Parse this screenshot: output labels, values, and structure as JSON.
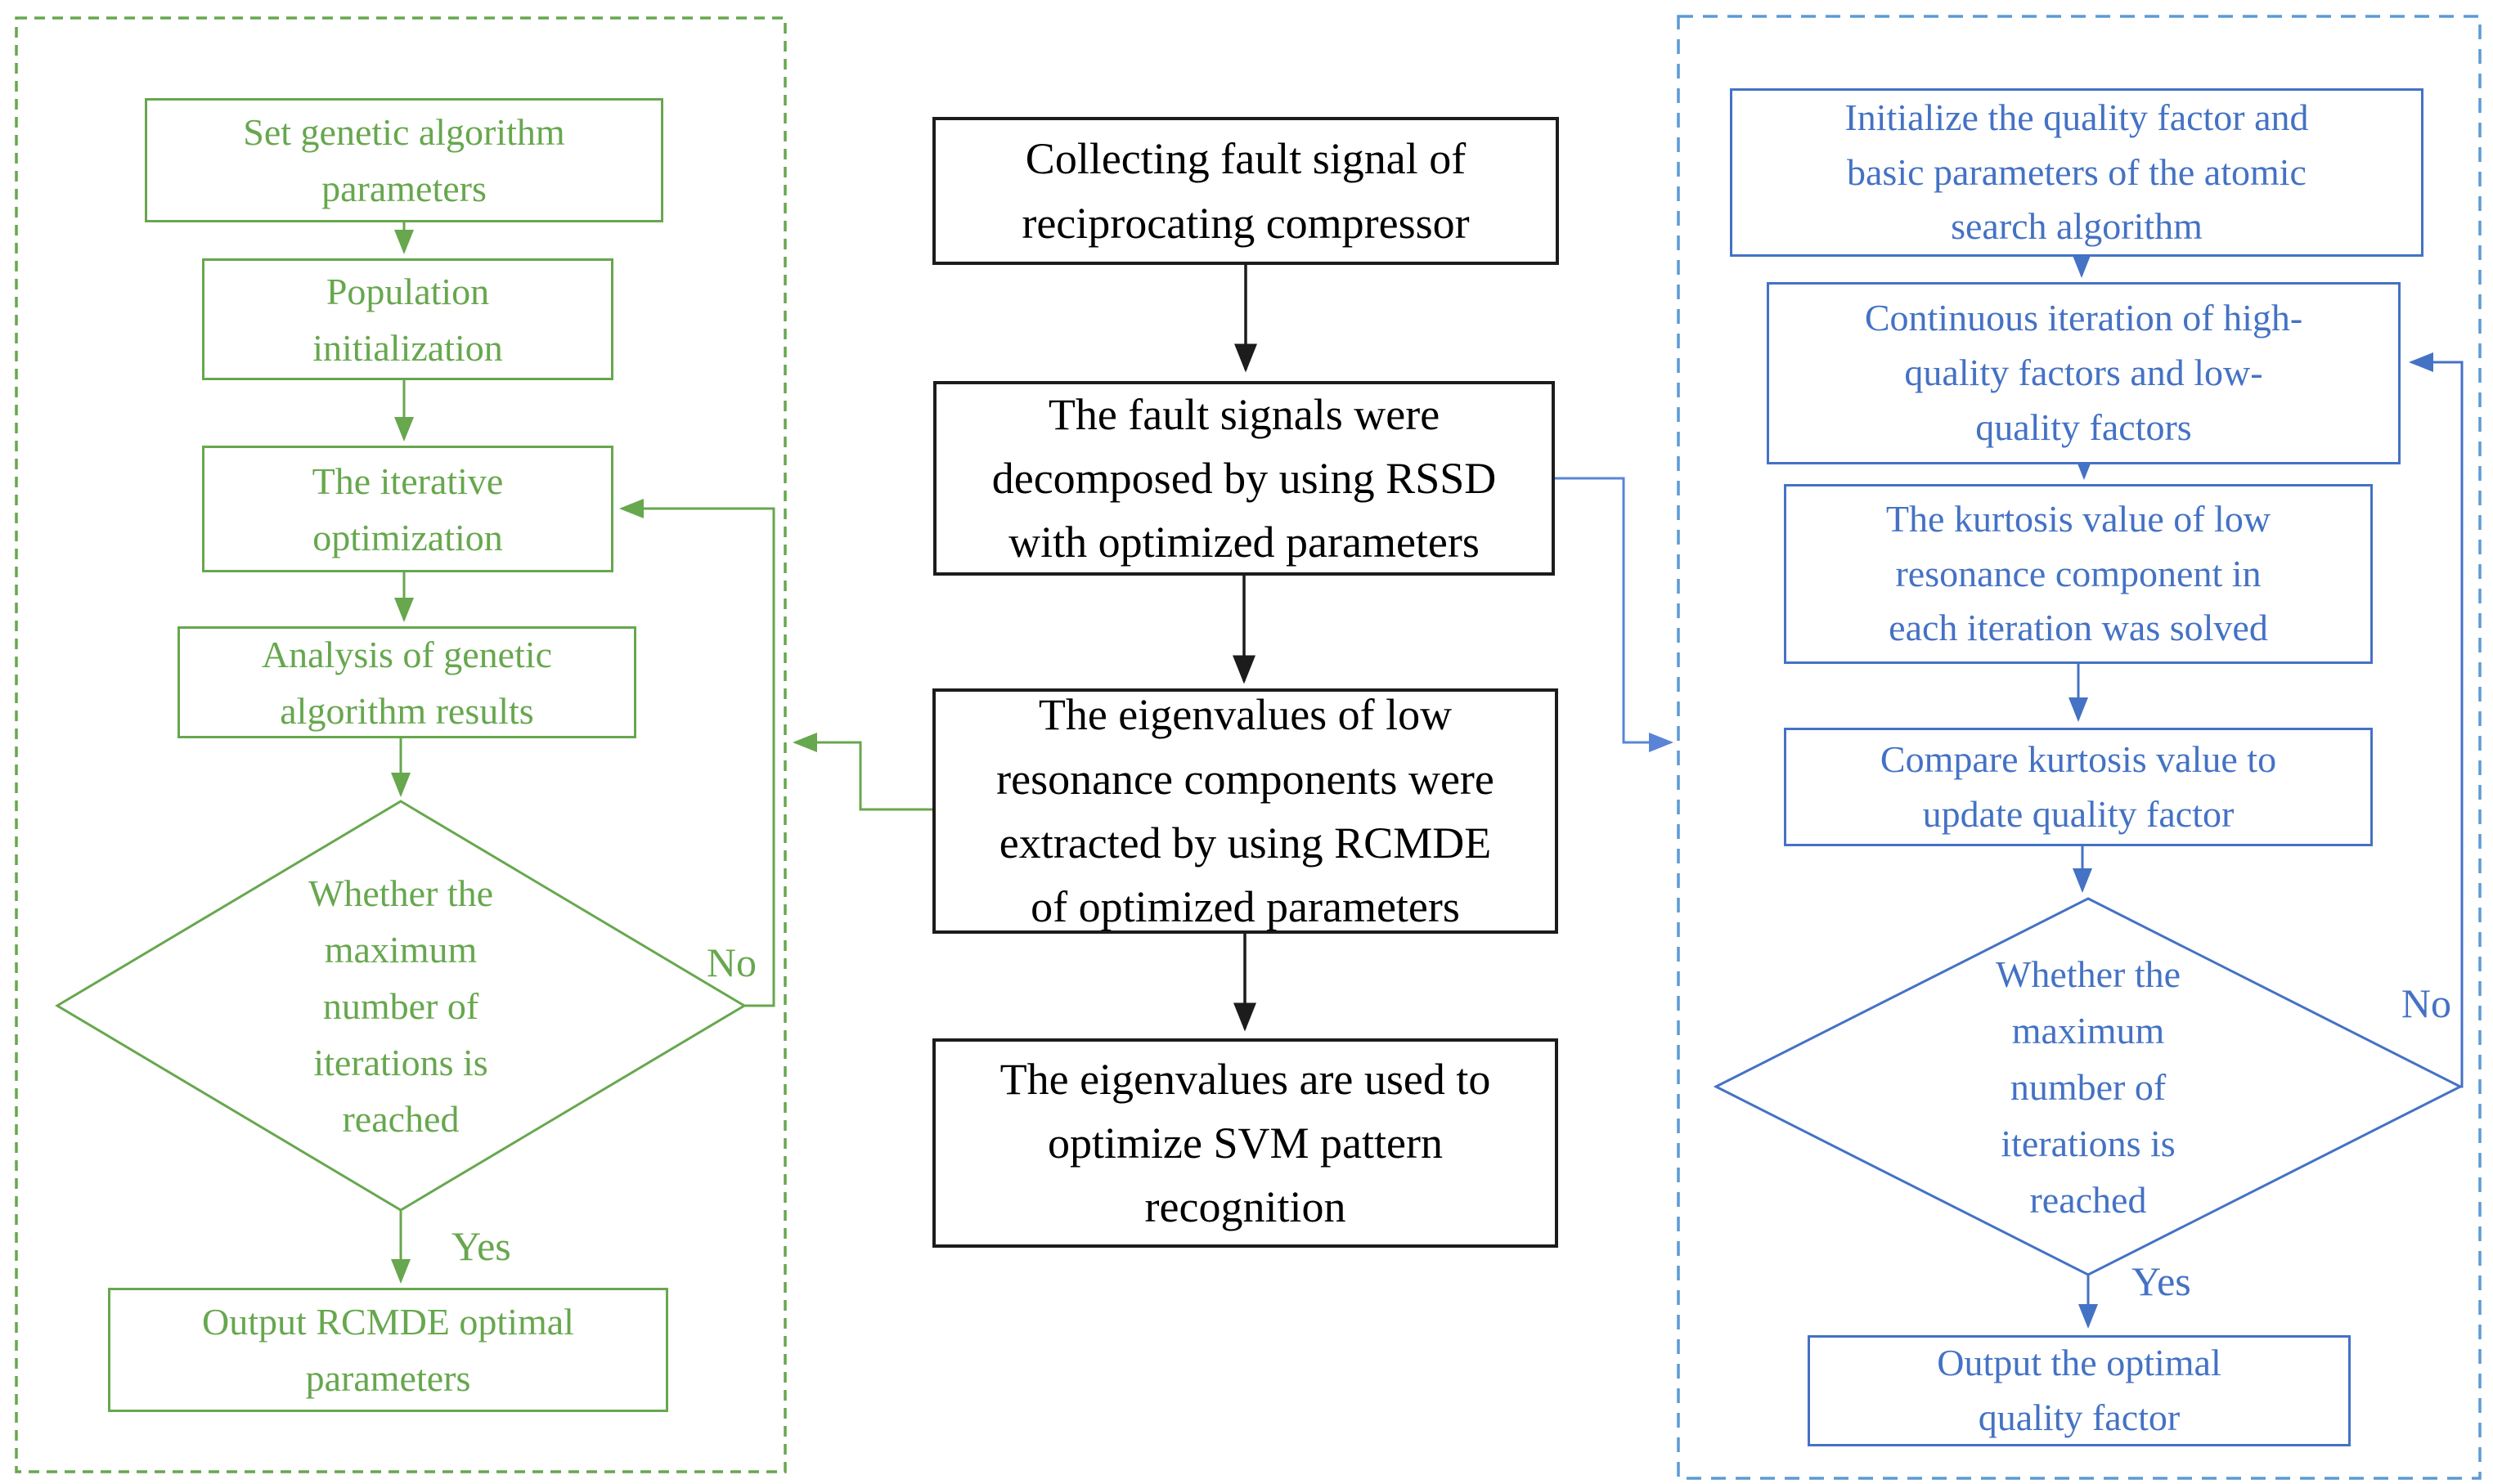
{
  "colors": {
    "green": "#67a74e",
    "blue": "#4472c4",
    "blue_light": "#5a84d6",
    "blue_dash": "#5b9bd5",
    "black": "#1c1c1c"
  },
  "left_flow": {
    "set_params": "Set genetic algorithm\nparameters",
    "pop_init": "Population\ninitialization",
    "iter_opt": "The iterative\noptimization",
    "analysis": "Analysis of genetic\nalgorithm results",
    "decision": "Whether the\nmaximum\nnumber of\niterations is\nreached",
    "output": "Output RCMDE optimal\nparameters",
    "no_label": "No",
    "yes_label": "Yes"
  },
  "middle_flow": {
    "collect": "Collecting fault signal of\nreciprocating compressor",
    "decompose": "The fault signals were\ndecomposed by using RSSD\nwith optimized parameters",
    "extract": "The eigenvalues of low\nresonance components were\nextracted by using RCMDE\nof optimized parameters",
    "svm": "The eigenvalues are used to\noptimize SVM pattern\nrecognition"
  },
  "right_flow": {
    "init": "Initialize the quality factor and\nbasic parameters of the atomic\nsearch algorithm",
    "cont_iter": "Continuous iteration of high-\nquality factors and low-\nquality factors",
    "kurtosis": "The kurtosis value of low\nresonance component in\neach iteration was solved",
    "compare": "Compare kurtosis value to\nupdate quality factor",
    "decision": "Whether the\nmaximum\nnumber of\niterations is\nreached",
    "output": "Output the optimal\nquality factor",
    "no_label": "No",
    "yes_label": "Yes"
  }
}
